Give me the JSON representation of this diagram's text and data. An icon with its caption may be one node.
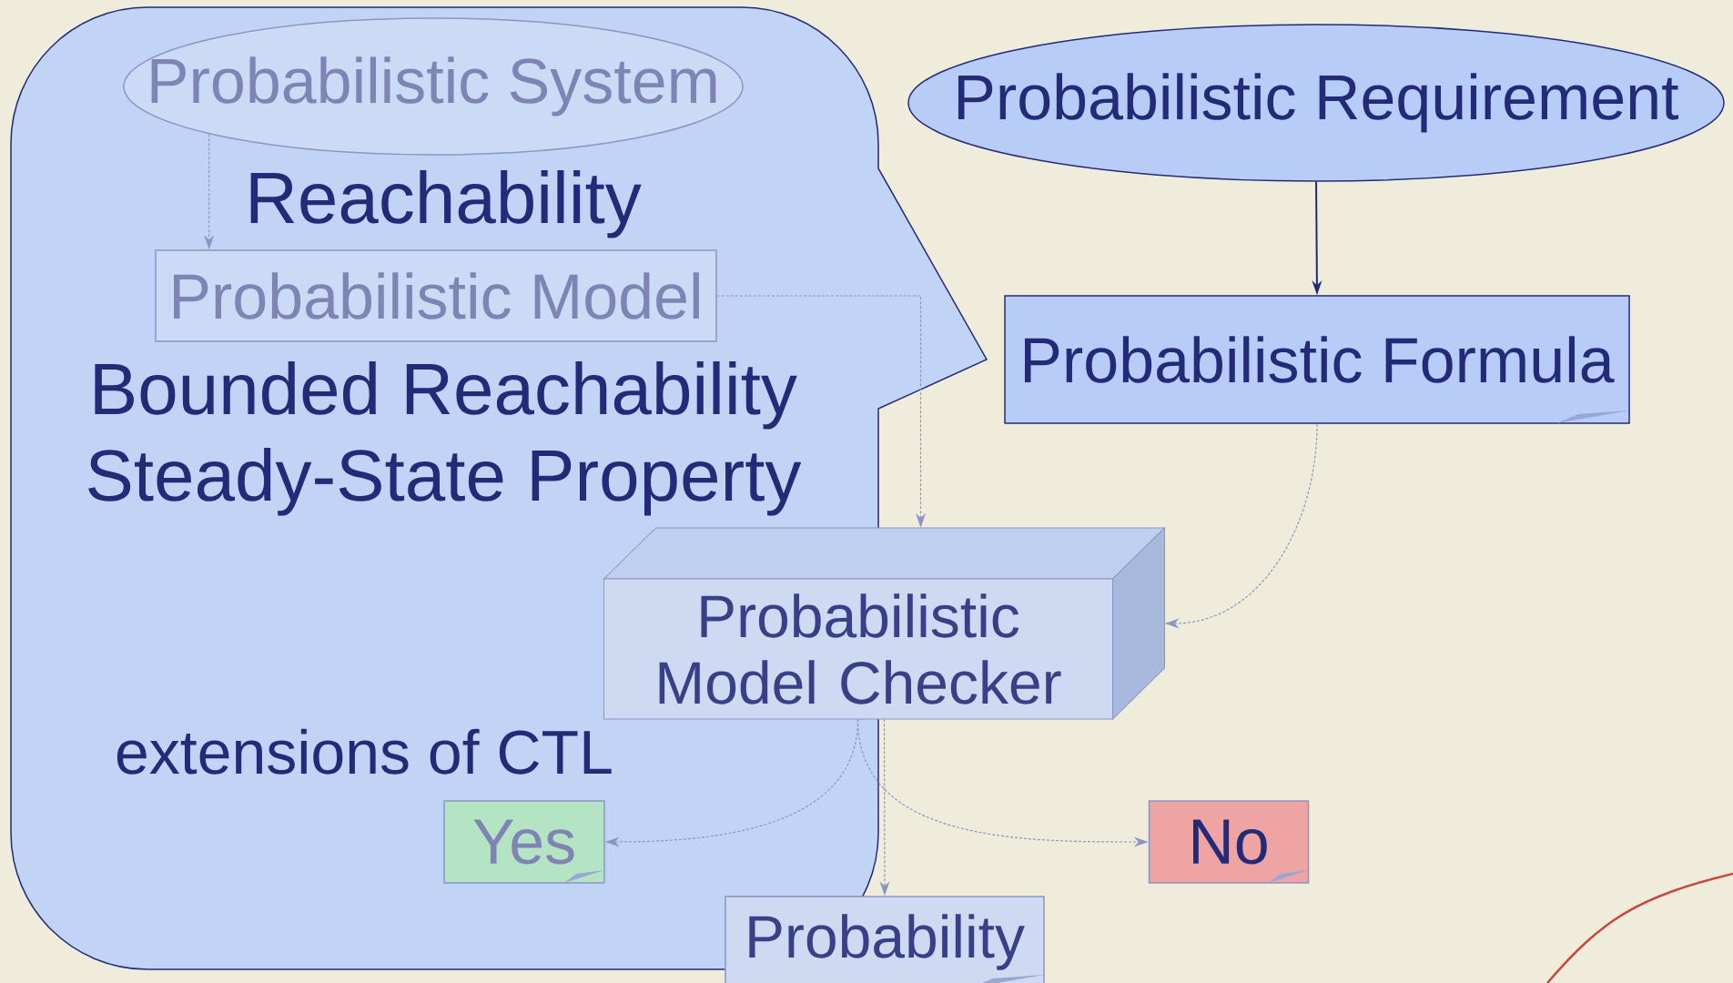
{
  "diagram": {
    "nodes": [
      {
        "text": [
          "Reachability",
          "Bounded Reachability",
          "Steady-State Property",
          "extensions of CTL"
        ]
      },
      {
        "text": [
          "Probabilistic System"
        ],
        "in": 0
      },
      {
        "text": [
          "Probabilistic Requirement"
        ]
      },
      {
        "text": [
          "Probabilistic Model"
        ],
        "in": 0
      },
      {
        "text": [
          "Probabilistic Formula"
        ]
      },
      {
        "text": [
          "Probabilistic Model Checker"
        ]
      },
      {
        "text": [
          "Yes"
        ],
        "in": 0
      },
      {
        "text": [
          "No"
        ]
      },
      {
        "text": [
          "Probability"
        ]
      }
    ],
    "edges": [
      {
        "from": 1,
        "to": 3,
        "arrow": "to",
        "style": "dashed"
      },
      {
        "from": 2,
        "to": 4,
        "arrow": "to",
        "color": "#232a78"
      },
      {
        "from": 3,
        "to": 5,
        "arrow": "to",
        "style": "dashed"
      },
      {
        "from": 4,
        "to": 5,
        "arrow": "to",
        "style": "dashed"
      },
      {
        "from": 5,
        "to": 6,
        "arrow": "to",
        "style": "dashed"
      },
      {
        "from": 5,
        "to": 7,
        "arrow": "to",
        "style": "dashed"
      },
      {
        "from": 5,
        "to": 8,
        "arrow": "to",
        "style": "dashed"
      }
    ]
  }
}
